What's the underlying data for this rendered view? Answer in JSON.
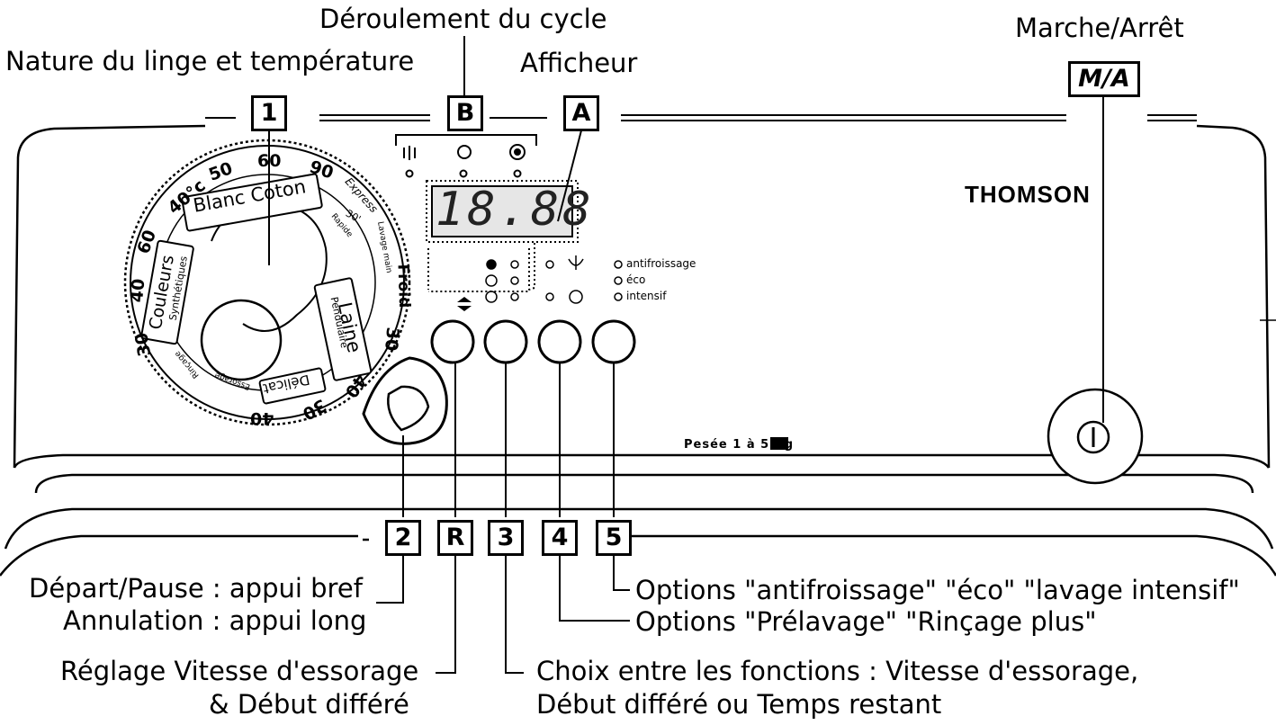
{
  "labels": {
    "nature": "Nature du linge et température",
    "deroulement": "Déroulement du cycle",
    "afficheur": "Afficheur",
    "marche": "Marche/Arrêt",
    "depart": "Départ/Pause : appui bref",
    "annulation": "Annulation : appui long",
    "reglage1": "Réglage Vitesse d'essorage",
    "reglage2": "& Début différé",
    "choix1": "Choix entre les fonctions : Vitesse d'essorage,",
    "choix2": "Début différé ou Temps restant",
    "opt5": "Options \"antifroissage\" \"éco\" \"lavage intensif\"",
    "opt4": "Options \"Prélavage\" \"Rinçage plus\""
  },
  "boxes": {
    "b1": "1",
    "bB": "B",
    "bA": "A",
    "bMA": "M/A",
    "b2": "2",
    "bR": "R",
    "b3": "3",
    "b4": "4",
    "b5": "5"
  },
  "panel": {
    "brand": "THOMSON",
    "display": "18.88",
    "pesee": "Pesée 1 à 5 Kg",
    "options": [
      "antifroissage",
      "éco",
      "intensif"
    ]
  },
  "dial": {
    "blanc": "Blanc Coton",
    "couleurs": "Couleurs",
    "synth": "Synthétiques",
    "laine": "Laine",
    "delicat": "Délicat",
    "froid": "Froid",
    "express": "Express",
    "express_time": "30'",
    "rapide": "Rapide",
    "lavage_main": "Lavage main",
    "essorage": "Essorage",
    "rincage": "Rinçage",
    "pendulaire": "Pendulaire",
    "temps": [
      "40°c",
      "50",
      "60",
      "90",
      "60",
      "40",
      "30",
      "30",
      "40",
      "30",
      "40"
    ]
  }
}
